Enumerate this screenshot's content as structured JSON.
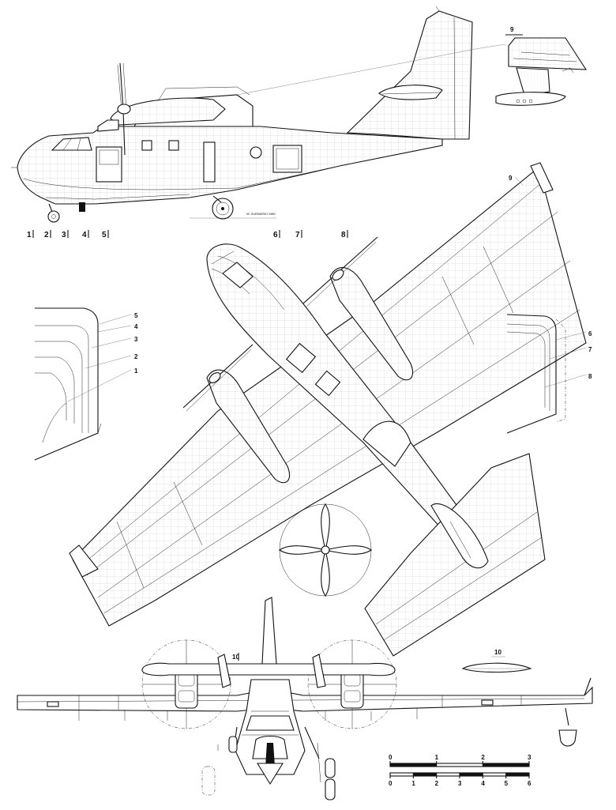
{
  "signature": "W. ŻURAWSKI 1980",
  "side_labels": [
    "1",
    "2",
    "3",
    "4",
    "5",
    "6",
    "7",
    "8"
  ],
  "section_labels_left": [
    "5",
    "4",
    "3",
    "2",
    "1"
  ],
  "section_labels_right": [
    "6",
    "7",
    "8"
  ],
  "label_9_top": "9",
  "label_9_wing": "9",
  "label_10_front": "10",
  "label_10_profile": "10",
  "scale_top_ticks": [
    "0",
    "1",
    "2",
    "3"
  ],
  "scale_bottom_ticks": [
    "0",
    "1",
    "2",
    "3",
    "4",
    "5",
    "6"
  ]
}
